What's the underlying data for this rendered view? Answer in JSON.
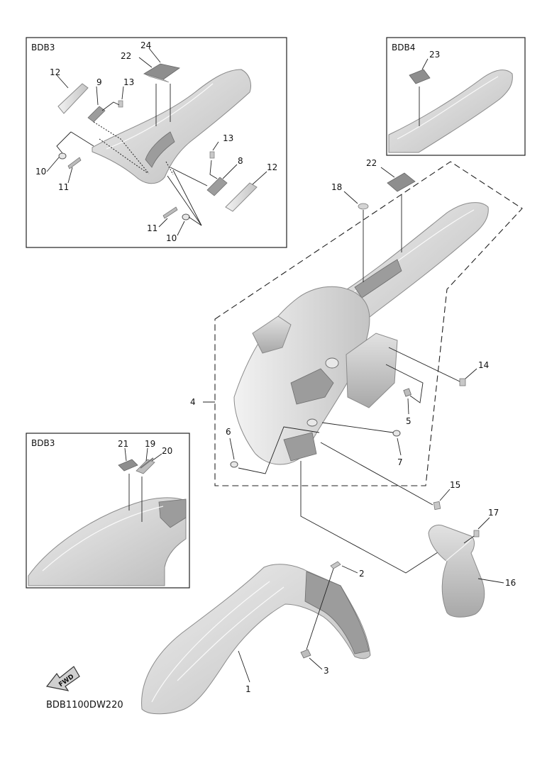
{
  "diagram_code": "BDB1100DW220",
  "fwd_label": "FWD",
  "insets": {
    "top_left": "BDB3",
    "top_right": "BDB4",
    "bottom_left": "BDB3"
  },
  "callouts": {
    "c1": "1",
    "c2": "2",
    "c3": "3",
    "c4": "4",
    "c5": "5",
    "c6": "6",
    "c7": "7",
    "c14": "14",
    "c15": "15",
    "c16": "16",
    "c17": "17",
    "c18": "18",
    "c22": "22",
    "tl_24": "24",
    "tl_22": "22",
    "tl_12a": "12",
    "tl_9": "9",
    "tl_13a": "13",
    "tl_10a": "10",
    "tl_11a": "11",
    "tl_13b": "13",
    "tl_8": "8",
    "tl_12b": "12",
    "tl_11b": "11",
    "tl_10b": "10",
    "tr_23": "23",
    "bl_21": "21",
    "bl_19": "19",
    "bl_20": "20"
  }
}
